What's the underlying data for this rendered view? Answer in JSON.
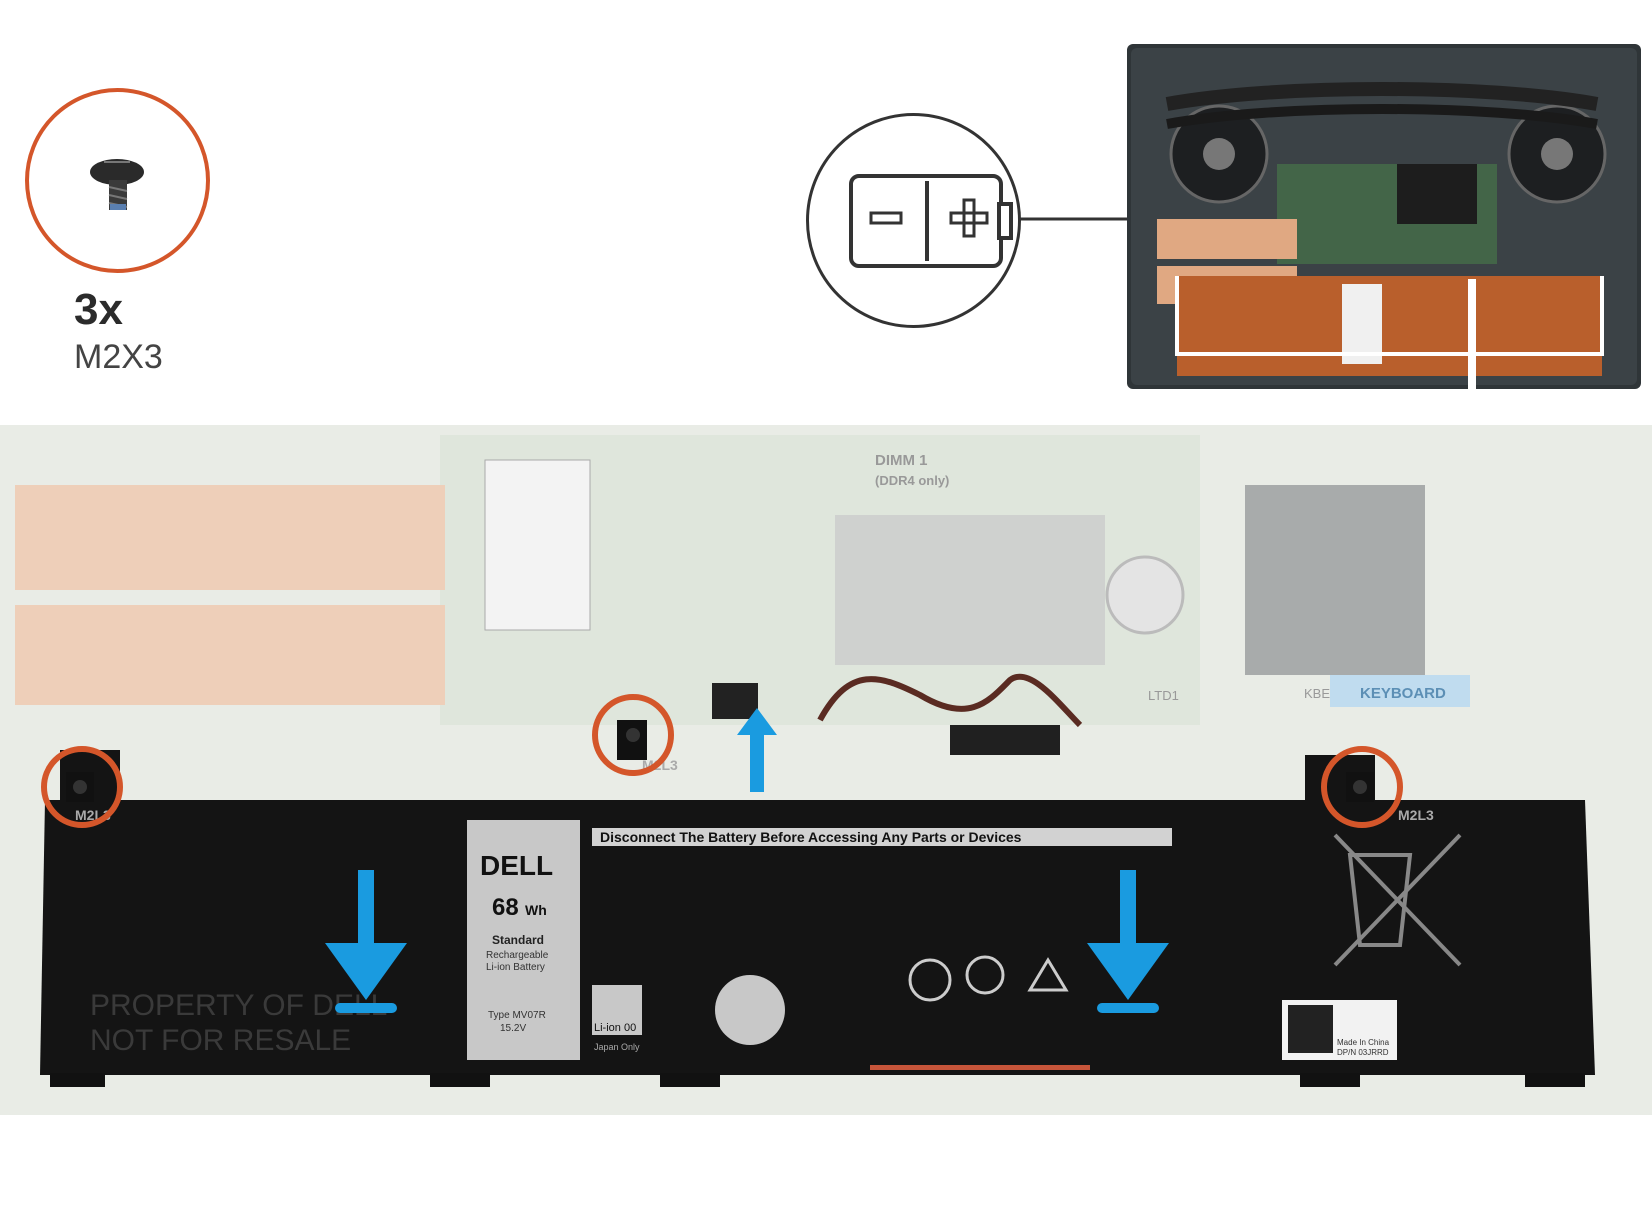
{
  "screws": {
    "quantity": "3x",
    "type": "M2X3"
  },
  "battery": {
    "brand": "DELL",
    "capacity": "68",
    "capacity_unit": "Wh",
    "standard": "Standard",
    "chemistry_line1": "Rechargeable",
    "chemistry_line2": "Li-ion Battery",
    "type": "Type MV07R",
    "voltage": "15.2V",
    "warning_banner": "Disconnect The Battery Before Accessing Any Parts or Devices",
    "property_line1": "PROPERTY OF DELL",
    "property_line2": "NOT FOR RESALE",
    "li_ion": "Li-ion 00",
    "japan_only": "Japan Only",
    "dp_label": "DP/N 03JRRD",
    "made_in": "Made In China"
  },
  "board_labels": {
    "dimm": "DIMM 1",
    "dimm_type": "(DDR4 only)",
    "keyboard": "KEYBOARD",
    "screw_label_left": "M2L3",
    "screw_label_mid": "M2L3",
    "screw_label_right": "M2L3",
    "ltd1": "LTD1",
    "kbe": "KBE"
  },
  "colors": {
    "callout": "#d4562a",
    "arrow": "#1a9be0",
    "battery": "#1a1a1a",
    "copper": "#e0a882"
  }
}
